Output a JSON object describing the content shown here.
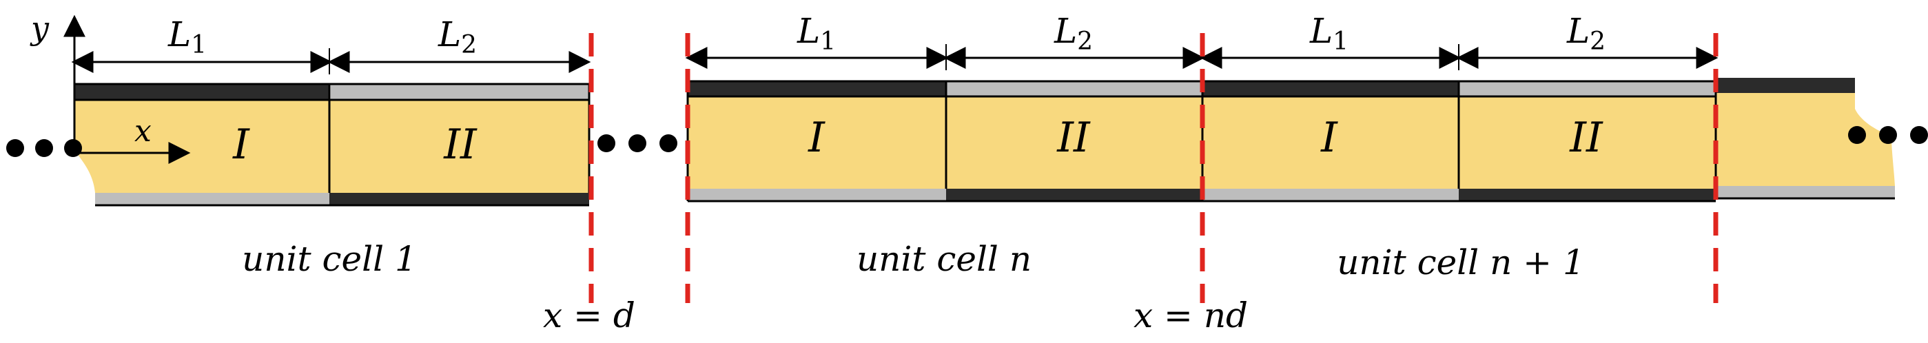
{
  "colors": {
    "core": "#f8d97f",
    "dark_layer": "#2b2b2b",
    "light_layer": "#bdbdbd",
    "period_line": "#e0261f",
    "ink": "#000000"
  },
  "axes": {
    "y_label": "y",
    "x_label": "x"
  },
  "lengths": {
    "l1": "L",
    "l1_sub": "1",
    "l2": "L",
    "l2_sub": "2"
  },
  "regions": {
    "region_1": "I",
    "region_2": "II"
  },
  "cells": {
    "cell_1": "unit cell 1",
    "cell_n": "unit cell n",
    "cell_n_plus_1": "unit cell n + 1"
  },
  "boundaries": {
    "x_d": "x = d",
    "x_nd": "x = nd"
  },
  "icons": [
    "ellipsis-icon",
    "arrow-icon",
    "dashed-boundary-line"
  ]
}
